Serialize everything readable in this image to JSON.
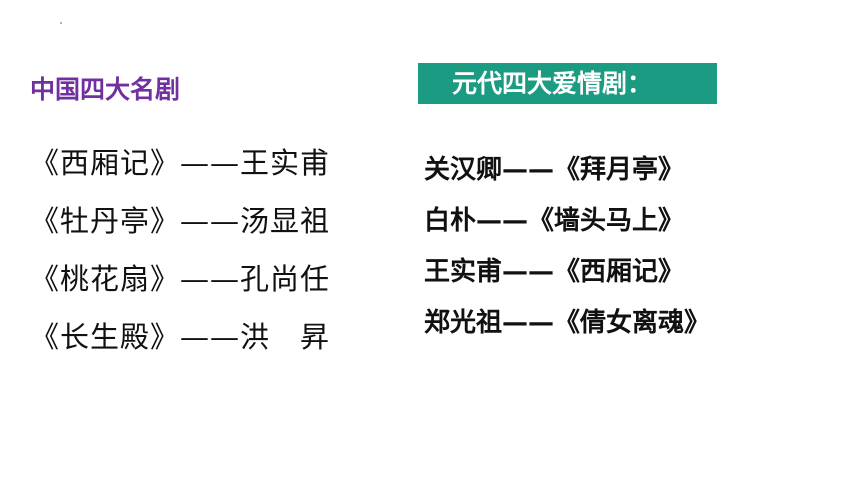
{
  "colors": {
    "left_heading": "#7030A0",
    "right_heading_bg": "#1A9B82",
    "right_heading_text": "#FFFFFF",
    "body_text": "#111111"
  },
  "left": {
    "heading": "中国四大名剧",
    "items": [
      "《西厢记》——王实甫",
      "《牡丹亭》——汤显祖",
      "《桃花扇》——孔尚任",
      "《长生殿》——洪　昇"
    ]
  },
  "right": {
    "heading": "元代四大爱情剧：",
    "items": [
      "关汉卿——《拜月亭》",
      "白朴——《墙头马上》",
      "王实甫——《西厢记》",
      "郑光祖——《倩女离魂》"
    ]
  }
}
